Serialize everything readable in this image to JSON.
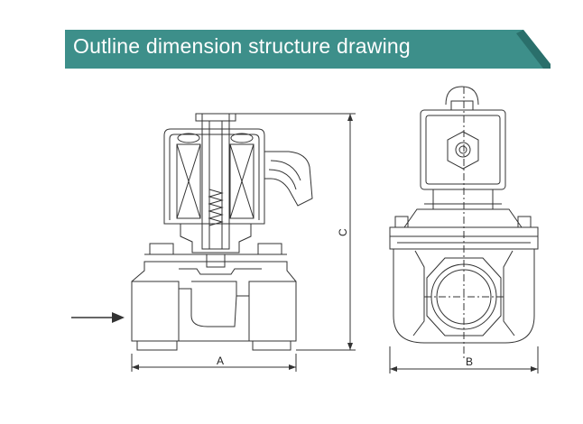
{
  "banner": {
    "title": "Outline dimension structure drawing",
    "color": "#3d8f8a",
    "shadow_color": "#2a6f6b"
  },
  "dimensions": {
    "a": "A",
    "b": "B",
    "c": "C"
  },
  "colors": {
    "line": "#333333"
  }
}
